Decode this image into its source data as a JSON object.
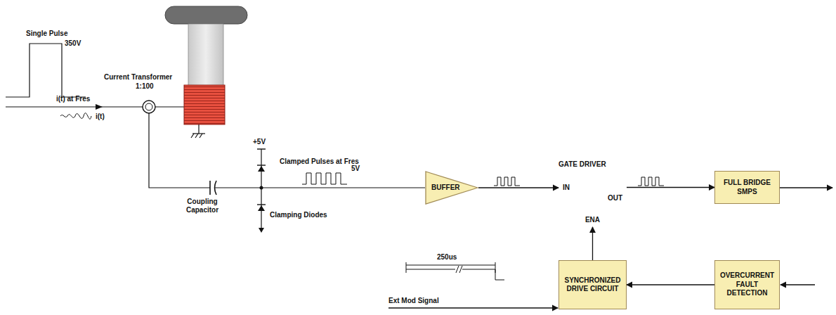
{
  "diagram": {
    "nodes": [
      {
        "text": [
          "BUFFER"
        ]
      },
      {
        "text": [
          "GATE DRIVER",
          "IN",
          "OUT",
          "ENA"
        ]
      },
      {
        "text": [
          "FULL BRIDGE SMPS"
        ]
      },
      {
        "text": [
          "SYNCHRONIZED DRIVE CIRCUIT"
        ]
      },
      {
        "text": [
          "OVERCURRENT FAULT DETECTION"
        ]
      }
    ],
    "edges": [
      {
        "from": 0,
        "to": 1,
        "arrow": "to"
      },
      {
        "from": 1,
        "to": 2,
        "arrow": "to"
      },
      {
        "from": 3,
        "to": 1,
        "arrow": "to"
      },
      {
        "from": 4,
        "to": 3,
        "arrow": "to"
      }
    ],
    "labels": [
      "Single Pulse",
      "350V",
      "Current Transformer",
      "1:100",
      "i(t)",
      "i(t) at Fres",
      "+5V",
      "Clamped Pulses at Fres",
      "5V",
      "Coupling Capacitor",
      "Clamping Diodes",
      "250us",
      "Ext Mod Signal"
    ]
  }
}
